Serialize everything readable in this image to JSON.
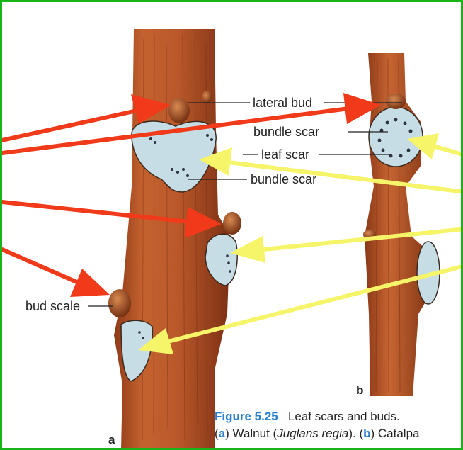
{
  "labels": {
    "lateral_bud": "lateral bud",
    "bundle_scar_b": "bundle scar",
    "leaf_scar": "leaf scar",
    "bundle_scar_a": "bundle scar",
    "bud_scale": "bud scale"
  },
  "panels": {
    "a": "a",
    "b": "b"
  },
  "caption": {
    "title": "Figure 5.25",
    "line1": "Leaf scars and buds.",
    "part_a_letter": "a",
    "part_a_text": "Walnut (",
    "part_a_species": "Juglans regia",
    "part_a_end": ").",
    "part_b_letter": "b",
    "part_b_text": "Catalpa"
  },
  "colors": {
    "frame": "#19b419",
    "stem": "#b5562c",
    "scar": "#c6dde6",
    "red_arrow": "#f03a1a",
    "yellow_arrow": "#f6f56a",
    "caption_accent": "#2a7fd0"
  }
}
